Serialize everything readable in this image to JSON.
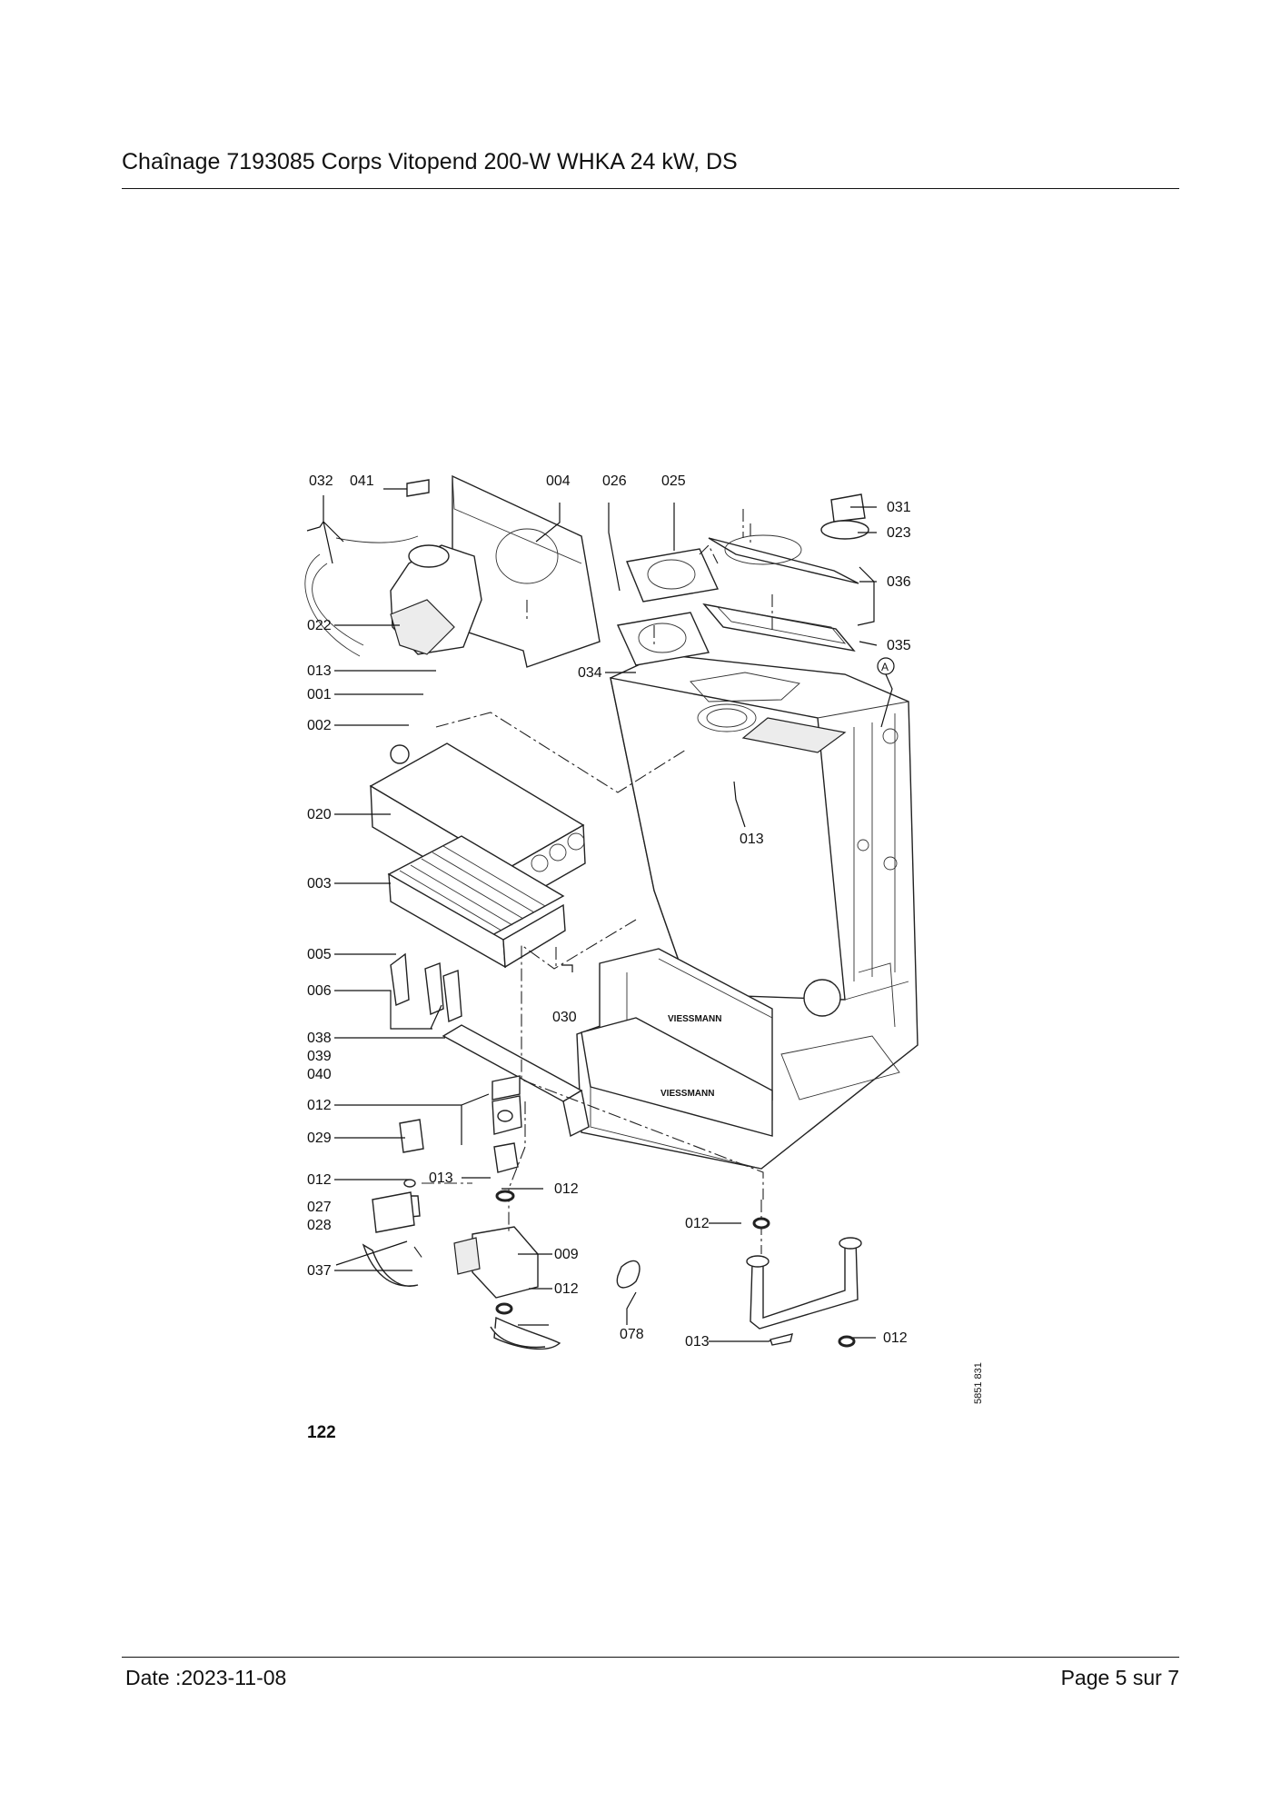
{
  "header": {
    "title": "Chaînage 7193085 Corps Vitopend 200-W WHKA 24 kW, DS"
  },
  "figure": {
    "number": "122",
    "drawing_ref": "5851 831",
    "callouts": {
      "c032": "032",
      "c041": "041",
      "c004": "004",
      "c026": "026",
      "c025": "025",
      "c031": "031",
      "c023": "023",
      "c036": "036",
      "c035": "035",
      "cA": "A",
      "c022": "022",
      "c013a": "013",
      "c001": "001",
      "c002": "002",
      "c034": "034",
      "c020": "020",
      "c013b": "013",
      "c003": "003",
      "c005": "005",
      "c006": "006",
      "c030": "030",
      "c038": "038",
      "c039": "039",
      "c040": "040",
      "c012a": "012",
      "c029": "029",
      "c012b": "012",
      "c013c": "013",
      "c012c": "012",
      "c027": "027",
      "c028": "028",
      "c012d": "012",
      "c037": "037",
      "c009": "009",
      "c012e": "012",
      "c078": "078",
      "c013d": "013",
      "c012f": "012"
    }
  },
  "footer": {
    "date": "Date :2023-11-08",
    "page": "Page 5 sur  7"
  }
}
